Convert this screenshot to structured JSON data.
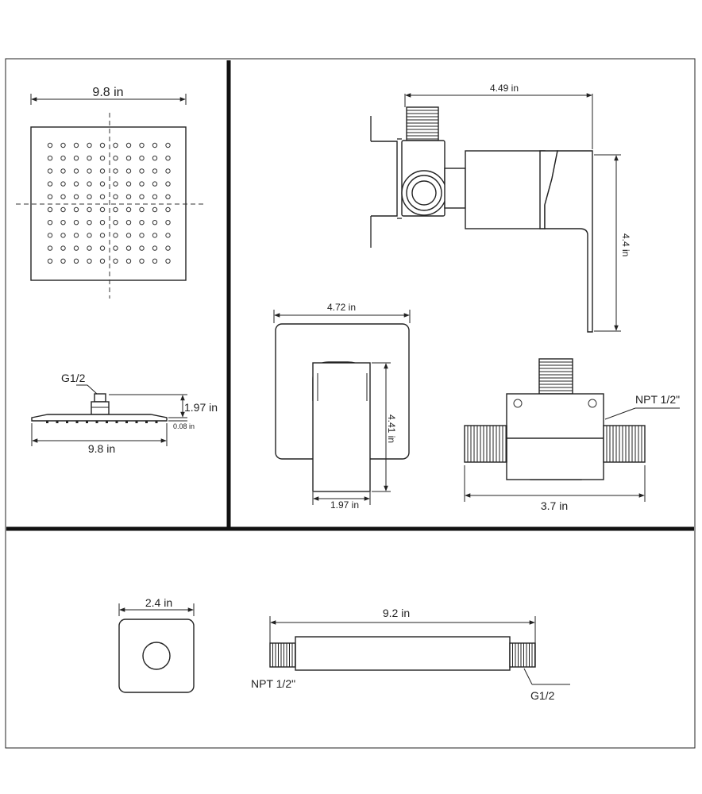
{
  "labels": {
    "showerhead_top_width": "9.8 in",
    "showerhead_side_width": "9.8 in",
    "showerhead_thread": "G1/2",
    "showerhead_height": "1.97 in",
    "showerhead_thickness": "0.08 in",
    "valve_length": "4.49 in",
    "valve_height": "4.4 in",
    "trim_plate_width": "4.72 in",
    "trim_plate_height": "4.41 in",
    "handle_depth": "1.97 in",
    "valve_body_thread": "NPT 1/2\"",
    "valve_body_width": "3.7 in",
    "flange_width": "2.4 in",
    "arm_length": "9.2 in",
    "arm_thread_left": "NPT 1/2\"",
    "arm_thread_right": "G1/2"
  }
}
